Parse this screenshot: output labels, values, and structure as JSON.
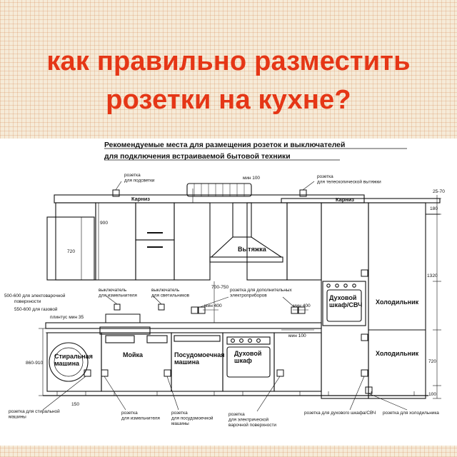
{
  "headline": {
    "line1": "как правильно разместить",
    "line2": "розетки на кухне?",
    "color": "#e53616"
  },
  "diagram": {
    "title_line1": "Рекомендуемые места для размещения розеток и выключателей",
    "title_line2": "для подключения встраиваемой бытовой техники",
    "top_labels": {
      "socket_light": "розетка\nдля подсветки",
      "min100": "мин 100",
      "socket_hood": "розетка\nдля телескопической вытяжки",
      "cornice_left": "Карниз",
      "cornice_right": "Карниз",
      "dim_25_70": "25-70"
    },
    "dims": {
      "d180": "180",
      "d720_left": "720",
      "d900": "900",
      "d1320": "1320",
      "d720_right": "720",
      "d100": "100",
      "d150": "150",
      "d860_910": "860-910",
      "d700_750": "700-750",
      "min400_a": "мин 400",
      "min400_b": "мин 400",
      "min100_oven": "мин 100",
      "plinth": "плинтус мин 35"
    },
    "left_notes": {
      "line1": "500-600 для электоварочной",
      "line2": "поверхности",
      "line3": "550-600 для газовой"
    },
    "switch_labels": {
      "sw_shredder": "выключатель\nдля измельчителя",
      "sw_lights": "выключатель\nдля светильников",
      "extra": "розетка для дополнительных\nэлектроприборов"
    },
    "appliances": {
      "hood": "Вытяжка",
      "washer": "Стиральная\nмашина",
      "sink": "Мойка",
      "dishwasher": "Посудомоечная\nмашина",
      "oven": "Духовой\nшкаф",
      "oven_mw": "Духовой\nшкаф/СВЧ",
      "fridge_top": "Холодильник",
      "fridge_bottom": "Холодильник"
    },
    "bottom_labels": {
      "washer": "розетка для стиральной\nмашины",
      "shredder": "розетка\nдля измельчителя",
      "dishwasher": "розетка\nдля посудомоечной\nмашины",
      "cooktop": "розетка\nдля электрической\nварочной поверхности",
      "oven": "розетка для духового шкафа/СВЧ",
      "fridge": "розетка для холодильника"
    }
  }
}
